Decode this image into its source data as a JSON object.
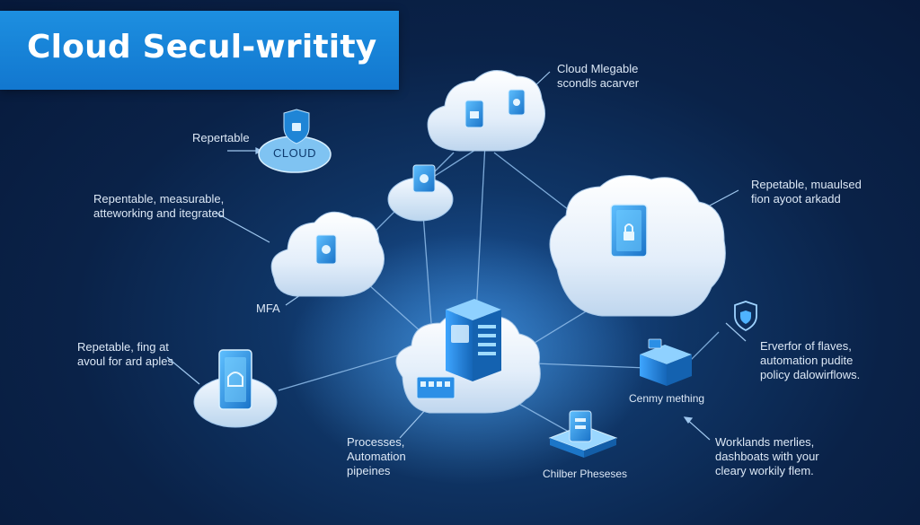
{
  "title": "Cloud Secul-writity",
  "cloud_badge": "CLOUD",
  "labels": {
    "top_right_note": [
      "Cloud Mlegable",
      "scondls acarver"
    ],
    "left_upper": [
      "Repertable"
    ],
    "left_middle": [
      "Repentable, measurable,",
      "atteworking and itegrated"
    ],
    "mfa": [
      "MFA"
    ],
    "left_lower": [
      "Repetable, fing at",
      "avoul for ard aples"
    ],
    "right_upper": [
      "Repetable, muaulsed",
      "fion ayoot arkadd"
    ],
    "right_middle": [
      "Erverfor of flaves,",
      "automation pudite",
      "policy dalowirflows."
    ],
    "center_server": [
      "Cenmy mething"
    ],
    "bottom_left": [
      "Processes,",
      "Automation",
      "pipeines"
    ],
    "bottom_center": [
      "Chilber Pheseses"
    ],
    "bottom_right": [
      "Worklands merlies,",
      "dashboats with your",
      "cleary workily flem."
    ]
  },
  "colors": {
    "background": "#0a2248",
    "accent": "#1c8ce0",
    "cloud": "#e4f0fb",
    "device": "#2b8fe6",
    "line": "#8ab8e6"
  },
  "icons": [
    "cloud-icon",
    "shield-lock-icon",
    "server-icon",
    "lock-icon"
  ]
}
